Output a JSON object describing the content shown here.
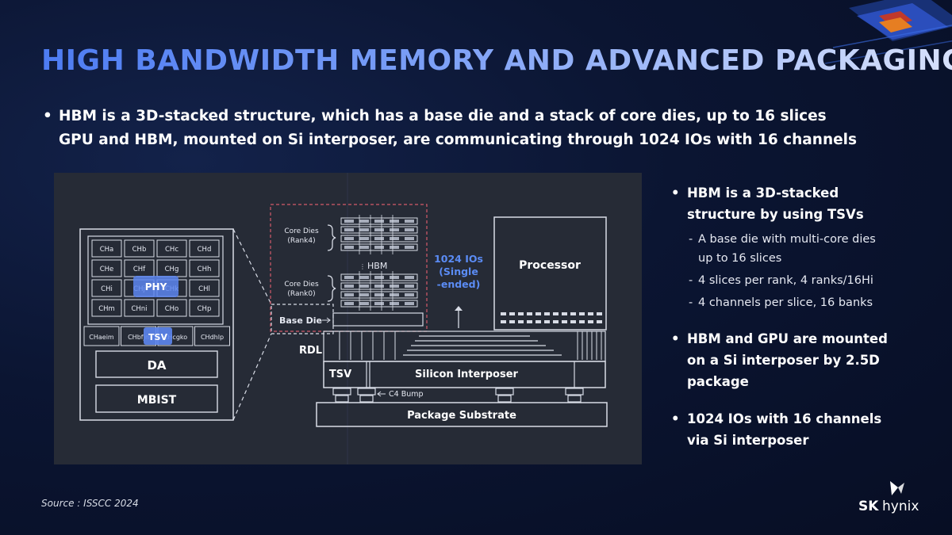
{
  "title": "HIGH BANDWIDTH MEMORY AND ADVANCED PACKAGING",
  "top_bullets": [
    "HBM is a 3D-stacked structure, which has a base die and a stack of core dies, up to 16 slices",
    "GPU and HBM, mounted on Si interposer, are communicating through 1024 IOs with 16 channels"
  ],
  "diagram": {
    "channels": [
      [
        "CHa",
        "CHb",
        "CHc",
        "CHd"
      ],
      [
        "CHe",
        "CHf",
        "CHg",
        "CHh"
      ],
      [
        "CHi",
        "CHj",
        "CHk",
        "CHl"
      ],
      [
        "CHm",
        "CHni",
        "CHo",
        "CHp"
      ]
    ],
    "channel_row": [
      "CHaeim",
      "CHbfjn",
      "CHcgko",
      "CHdhlp"
    ],
    "phy": "PHY",
    "tsv_overlay": "TSV",
    "da": "DA",
    "mbist": "MBIST",
    "core_dies_rank4": [
      "Core Dies",
      "(Rank4)"
    ],
    "core_dies_rank0": [
      "Core Dies",
      "(Rank0)"
    ],
    "hbm_label": "HBM",
    "base_die": "Base Die",
    "rdl": "RDL",
    "tsv": "TSV",
    "ios": [
      "1024 IOs",
      "(Single",
      "-ended)"
    ],
    "processor": "Processor",
    "silicon_interposer": "Silicon Interposer",
    "c4_bump": "C4 Bump",
    "package_substrate": "Package Substrate"
  },
  "right_bullets": [
    {
      "text": [
        "HBM is a 3D-stacked",
        "structure by using TSVs"
      ],
      "subs": [
        [
          "A base die with multi-core dies",
          "up to 16 slices"
        ],
        [
          "4 slices per rank, 4 ranks/16Hi"
        ],
        [
          "4 channels per slice, 16 banks"
        ]
      ]
    },
    {
      "text": [
        "HBM and GPU are mounted",
        "on a Si interposer by 2.5D",
        "package"
      ],
      "subs": []
    },
    {
      "text": [
        "1024 IOs with 16 channels",
        "via Si interposer"
      ],
      "subs": []
    }
  ],
  "source": "Source : ISSCC 2024",
  "logo": {
    "sk": "SK",
    "hynix": "hynix"
  },
  "colors": {
    "accent": "#4d7cf2",
    "ios": "#5b8cf5",
    "panel": "#262b36"
  }
}
